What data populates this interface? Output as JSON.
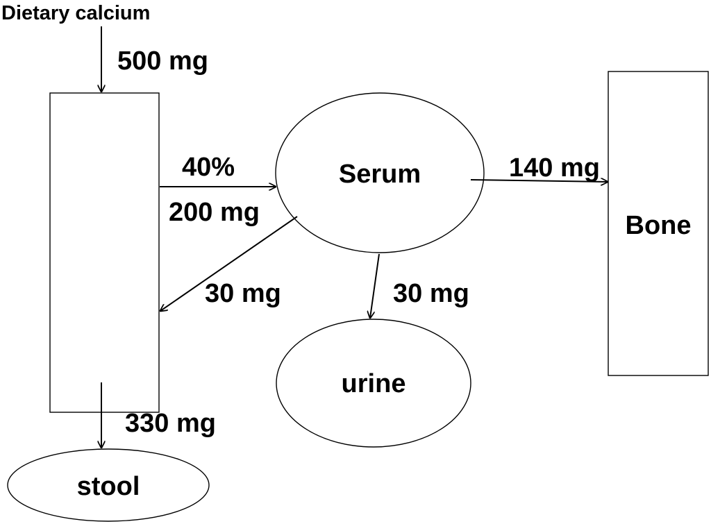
{
  "nodes": {
    "intestine": {
      "label": ""
    },
    "serum": {
      "label": "Serum"
    },
    "bone": {
      "label": "Bone"
    },
    "urine": {
      "label": "urine"
    },
    "stool": {
      "label": "stool"
    }
  },
  "source": {
    "label": "Dietary calcium"
  },
  "flows": {
    "dietary_intake": "500 mg",
    "absorption_percent": "40%",
    "absorption_amount": "200 mg",
    "serum_to_bone": "140 mg",
    "serum_to_gut": "30 mg",
    "serum_to_urine": "30 mg",
    "gut_to_stool": "330 mg"
  }
}
